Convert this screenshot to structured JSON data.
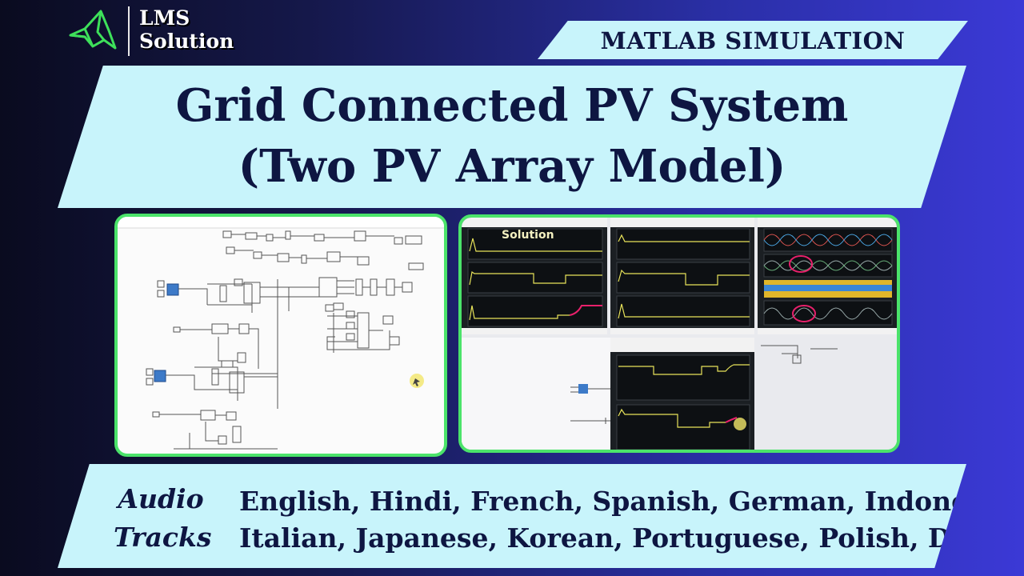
{
  "logo": {
    "line1": "LMS",
    "line2": "Solution",
    "icon": "matlab-membrane-icon",
    "icon_color": "#3ee05a"
  },
  "banner": {
    "label": "MATLAB SIMULATION"
  },
  "title": {
    "line1": "Grid Connected PV System",
    "line2": "(Two PV Array Model)"
  },
  "screenshots": {
    "right_watermark": "Solution"
  },
  "audio": {
    "label_line1": "Audio",
    "label_line2": "Tracks",
    "languages_line1": "English, Hindi, French, Spanish, German, Indonesian,",
    "languages_line2": "Italian, Japanese, Korean, Portuguese, Polish, Dutch"
  },
  "colors": {
    "band": "#c8f4fb",
    "text_dark": "#0e1642",
    "accent_green": "#4be36a",
    "scope_trace": "#e8e35a",
    "scope_highlight": "#e8206b"
  }
}
